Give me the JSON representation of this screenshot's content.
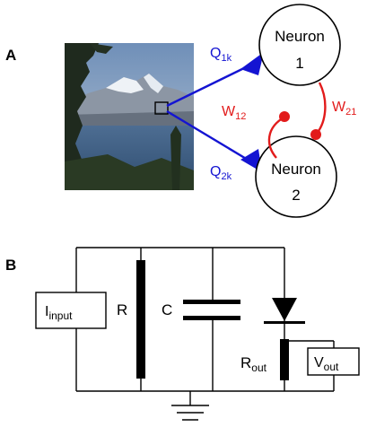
{
  "panel_a": {
    "label": "A",
    "neuron1": {
      "name": "Neuron",
      "number": "1"
    },
    "neuron2": {
      "name": "Neuron",
      "number": "2"
    },
    "q1": {
      "main": "Q",
      "sub": "1k"
    },
    "q2": {
      "main": "Q",
      "sub": "2k"
    },
    "w12": {
      "main": "W",
      "sub": "12"
    },
    "w21": {
      "main": "W",
      "sub": "21"
    },
    "colors": {
      "feedforward": "#1414d2",
      "lateral": "#e21b1b",
      "sky": "#7f98b8",
      "water": "#3c5a80"
    }
  },
  "panel_b": {
    "label": "B",
    "input": {
      "main": "I",
      "sub": "input"
    },
    "resistor": "R",
    "capacitor": "C",
    "rout": {
      "main": "R",
      "sub": "out"
    },
    "vout": {
      "main": "V",
      "sub": "out"
    }
  }
}
